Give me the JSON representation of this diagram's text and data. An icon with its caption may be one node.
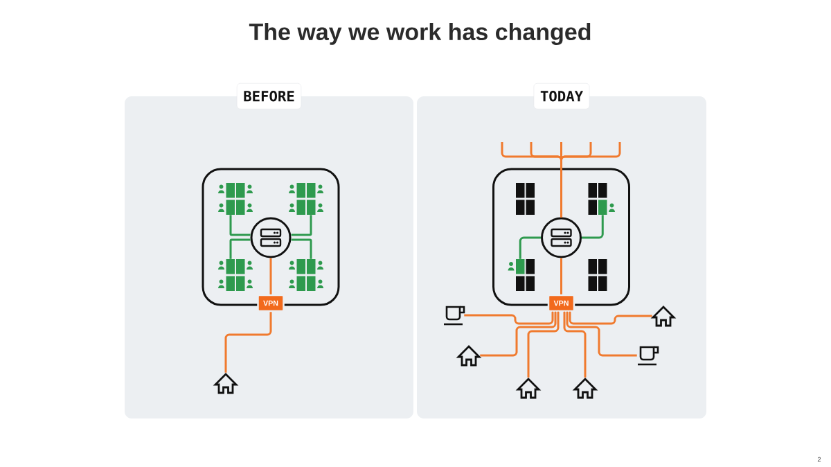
{
  "diagram": {
    "title": "The way we work has changed",
    "nodes": [
      {
        "text": [
          "BEFORE"
        ]
      },
      {
        "text": [],
        "shape": "box",
        "in": 0
      },
      {
        "text": [],
        "shape": "picture",
        "in": 1
      },
      {
        "text": [],
        "shape": "picture",
        "in": 1
      },
      {
        "text": [],
        "shape": "circle",
        "in": 1
      },
      {
        "text": [],
        "shape": "picture",
        "in": 1
      },
      {
        "text": [],
        "shape": "picture",
        "in": 1
      },
      {
        "text": [
          "VPN"
        ],
        "in": 0
      },
      {
        "text": [],
        "shape": "house",
        "in": 0
      },
      {
        "text": [
          "TODAY"
        ]
      },
      {
        "text": [],
        "shape": "box",
        "in": 9
      },
      {
        "text": [],
        "shape": "picture",
        "in": 10
      },
      {
        "text": [],
        "shape": "picture",
        "in": 10
      },
      {
        "text": [],
        "shape": "circle",
        "in": 10
      },
      {
        "text": [],
        "shape": "picture",
        "in": 10
      },
      {
        "text": [],
        "shape": "picture",
        "in": 10
      },
      {
        "text": [
          "VPN"
        ],
        "in": 9
      },
      {
        "text": [],
        "shape": "cup",
        "in": 9
      },
      {
        "text": [],
        "shape": "house",
        "in": 9
      },
      {
        "text": [],
        "shape": "house",
        "in": 9
      },
      {
        "text": [],
        "shape": "cup",
        "in": 9
      },
      {
        "text": [],
        "shape": "house",
        "in": 9
      },
      {
        "text": [],
        "shape": "house",
        "in": 9
      }
    ],
    "edges": [
      {
        "from": 2,
        "to": 4,
        "arrow": "none",
        "color": "#2e9a4e"
      },
      {
        "from": 3,
        "to": 4,
        "arrow": "none",
        "color": "#2e9a4e"
      },
      {
        "from": 5,
        "to": 4,
        "arrow": "none",
        "color": "#2e9a4e"
      },
      {
        "from": 6,
        "to": 4,
        "arrow": "none",
        "color": "#2e9a4e"
      },
      {
        "from": 4,
        "to": 7,
        "arrow": "none"
      },
      {
        "from": 7,
        "to": 8,
        "arrow": "none"
      },
      {
        "from": null,
        "to": 13,
        "arrow": "none"
      },
      {
        "from": null,
        "to": 13,
        "arrow": "none"
      },
      {
        "from": null,
        "to": 13,
        "arrow": "none"
      },
      {
        "from": null,
        "to": 13,
        "arrow": "none"
      },
      {
        "from": null,
        "to": 13,
        "arrow": "none"
      },
      {
        "from": 12,
        "to": 13,
        "arrow": "none",
        "color": "#2e9a4e"
      },
      {
        "from": 14,
        "to": 13,
        "arrow": "none",
        "color": "#2e9a4e"
      },
      {
        "from": 13,
        "to": 16,
        "arrow": "none"
      },
      {
        "from": 16,
        "to": 17,
        "arrow": "none"
      },
      {
        "from": 16,
        "to": 18,
        "arrow": "none"
      },
      {
        "from": 16,
        "to": 19,
        "arrow": "none"
      },
      {
        "from": 16,
        "to": 20,
        "arrow": "none"
      },
      {
        "from": 16,
        "to": 21,
        "arrow": "none"
      },
      {
        "from": 16,
        "to": 22,
        "arrow": "none"
      }
    ],
    "labels": [
      "2"
    ]
  }
}
